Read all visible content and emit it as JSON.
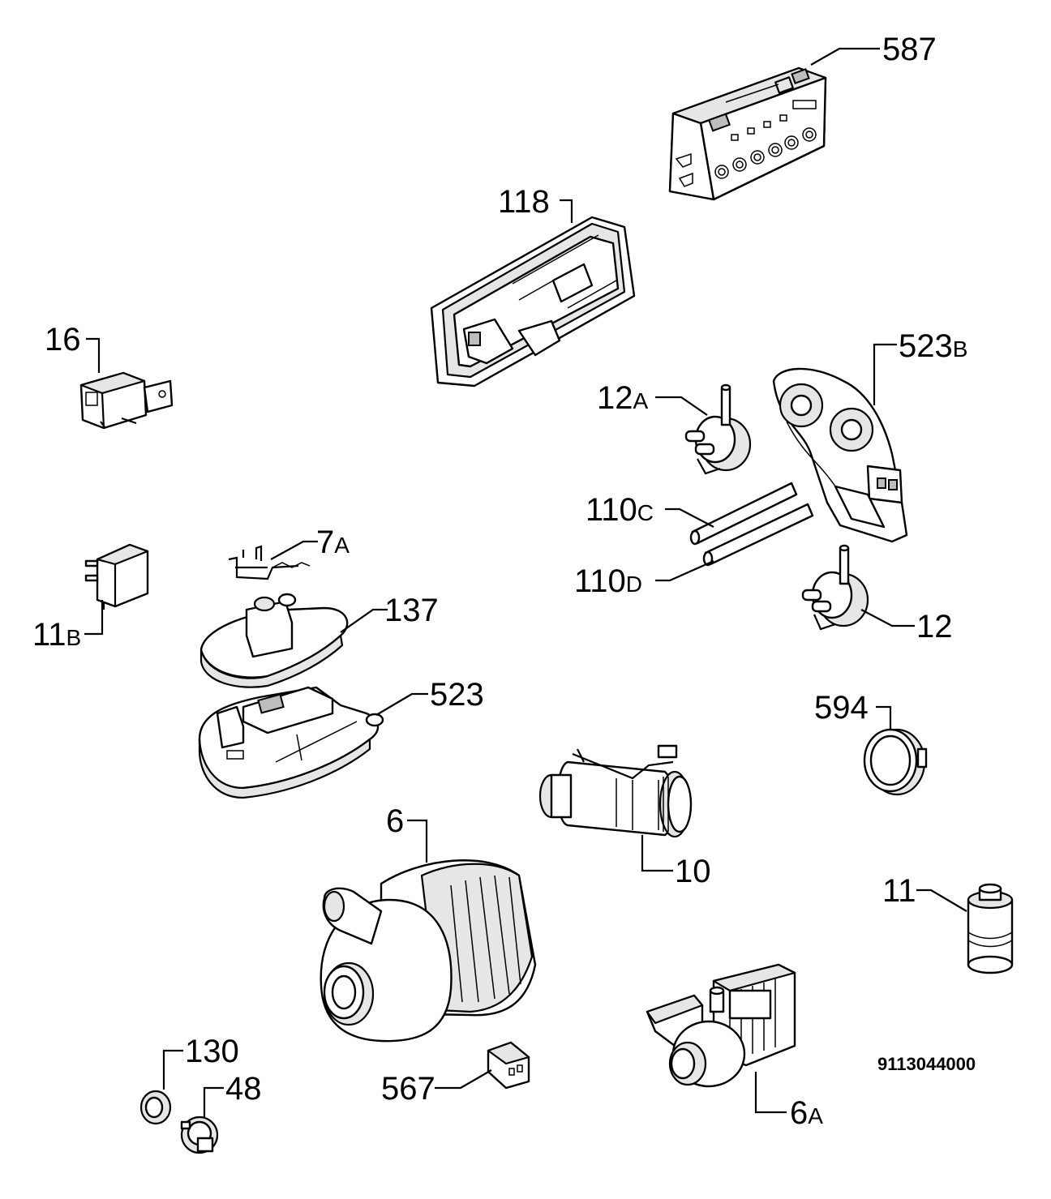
{
  "diagram": {
    "document_id": "9113044000",
    "callouts": {
      "c587": {
        "num": "587",
        "suffix": ""
      },
      "c118": {
        "num": "118",
        "suffix": ""
      },
      "c16": {
        "num": "16",
        "suffix": ""
      },
      "c523b": {
        "num": "523",
        "suffix": "B"
      },
      "c12a": {
        "num": "12",
        "suffix": "A"
      },
      "c110c": {
        "num": "110",
        "suffix": "C"
      },
      "c110d": {
        "num": "110",
        "suffix": "D"
      },
      "c12": {
        "num": "12",
        "suffix": ""
      },
      "c7a": {
        "num": "7",
        "suffix": "A"
      },
      "c11b": {
        "num": "11",
        "suffix": "B"
      },
      "c137": {
        "num": "137",
        "suffix": ""
      },
      "c523": {
        "num": "523",
        "suffix": ""
      },
      "c594": {
        "num": "594",
        "suffix": ""
      },
      "c6": {
        "num": "6",
        "suffix": ""
      },
      "c10": {
        "num": "10",
        "suffix": ""
      },
      "c11": {
        "num": "11",
        "suffix": ""
      },
      "c130": {
        "num": "130",
        "suffix": ""
      },
      "c48": {
        "num": "48",
        "suffix": ""
      },
      "c567": {
        "num": "567",
        "suffix": ""
      },
      "c6a": {
        "num": "6",
        "suffix": "A"
      }
    }
  }
}
